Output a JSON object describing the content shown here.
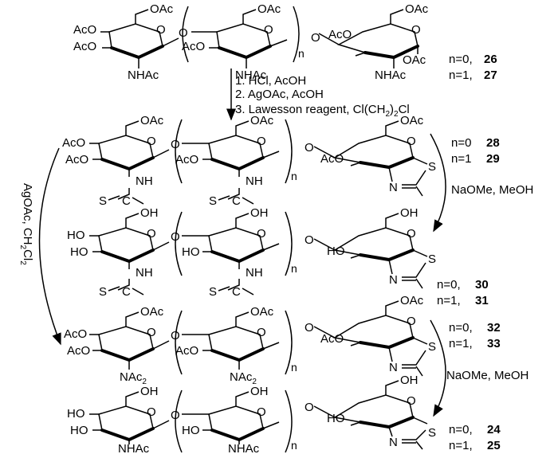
{
  "groups": {
    "oac": "OAc",
    "aco": "AcO",
    "ho": "HO",
    "oh": "OH",
    "o": "O",
    "s": "S",
    "n": "N",
    "nh": "NH",
    "nhac": "NHAc",
    "nac2": "NAc",
    "sub2": "2",
    "thio": "S",
    "c": "C",
    "n_rep": "n"
  },
  "compounds": [
    {
      "n": "n=0,",
      "id": "26"
    },
    {
      "n": "n=1,",
      "id": "27"
    },
    {
      "n": "n=0",
      "id": "28"
    },
    {
      "n": "n=1",
      "id": "29"
    },
    {
      "n": "n=0,",
      "id": "30"
    },
    {
      "n": "n=1,",
      "id": "31"
    },
    {
      "n": "n=0,",
      "id": "32"
    },
    {
      "n": "n=1,",
      "id": "33"
    },
    {
      "n": "n=0,",
      "id": "24"
    },
    {
      "n": "n=1,",
      "id": "25"
    }
  ],
  "reagents": {
    "step1": "1. HCl, AcOH",
    "step2": "2. AgOAc, AcOH",
    "step3_pre": "3. Lawesson reagent, Cl(CH",
    "step3_sub": "2",
    "step3_post": ")",
    "step3_sub2": "2",
    "step3_end": "Cl",
    "naome1": "NaOMe, MeOH",
    "naome2": "NaOMe, MeOH",
    "side_pre": "AgOAc, CH",
    "side_sub1": "2",
    "side_mid": "Cl",
    "side_sub2": "2"
  }
}
